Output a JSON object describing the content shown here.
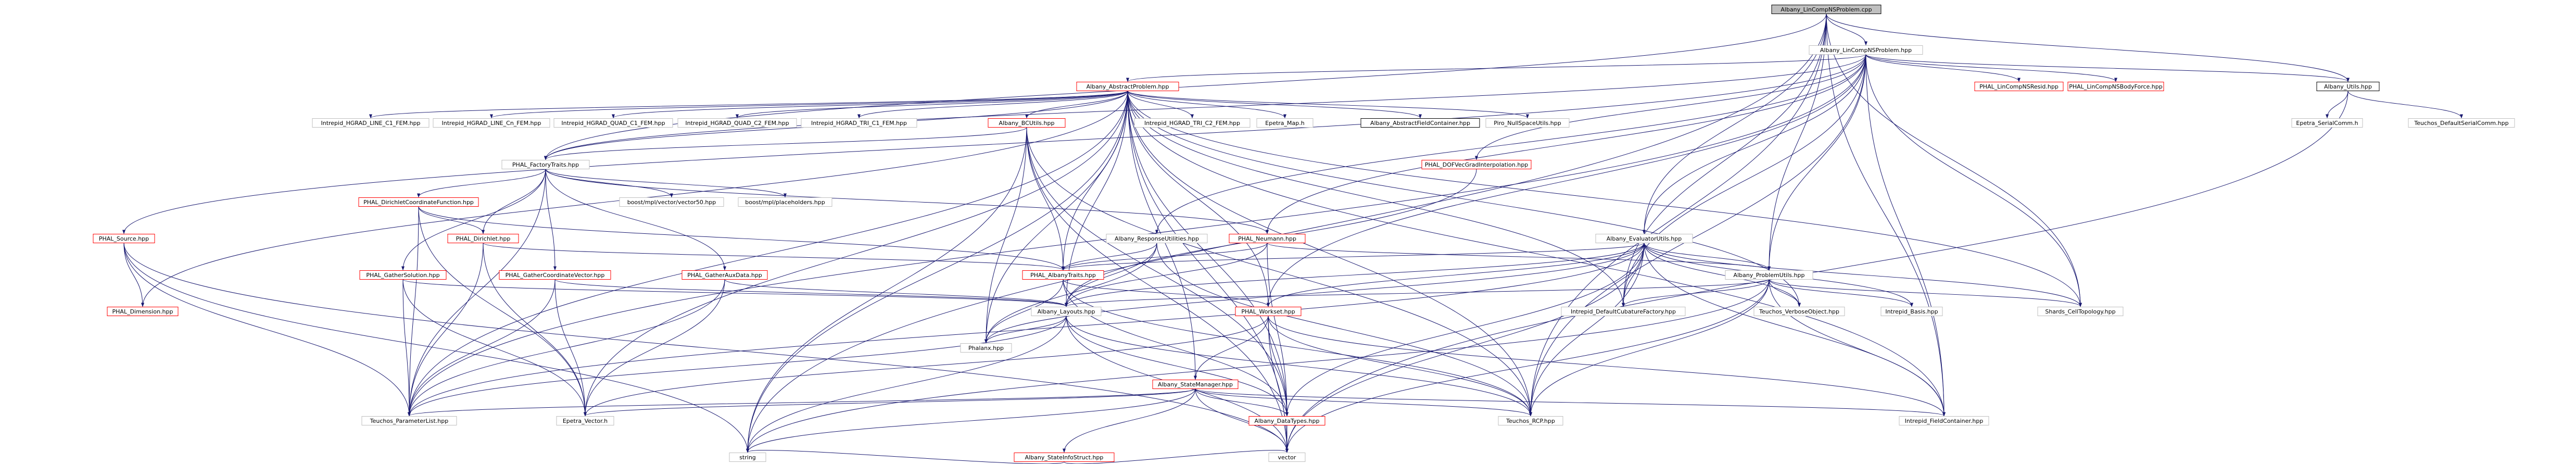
{
  "diagram": {
    "nodes": {
      "root": "Albany_LinCompNSProblem.cpp",
      "lincomp_hpp": "Albany_LinCompNSProblem.hpp",
      "abstract_problem": "Albany_AbstractProblem.hpp",
      "lincomp_resid": "PHAL_LinCompNSResid.hpp",
      "lincomp_body": "PHAL_LinCompNSBodyForce.hpp",
      "utils": "Albany_Utils.hpp",
      "epetra_serialcomm": "Epetra_SerialComm.h",
      "teuchos_defaultserialcomm": "Teuchos_DefaultSerialComm.hpp",
      "hgrad_line_c1": "Intrepid_HGRAD_LINE_C1_FEM.hpp",
      "hgrad_line_cn": "Intrepid_HGRAD_LINE_Cn_FEM.hpp",
      "hgrad_quad_c1": "Intrepid_HGRAD_QUAD_C1_FEM.hpp",
      "hgrad_quad_c2": "Intrepid_HGRAD_QUAD_C2_FEM.hpp",
      "hgrad_tri_c1": "Intrepid_HGRAD_TRI_C1_FEM.hpp",
      "bcutils": "Albany_BCUtils.hpp",
      "hgrad_tri_c2": "Intrepid_HGRAD_TRI_C2_FEM.hpp",
      "epetra_map": "Epetra_Map.h",
      "abstract_field_container": "Albany_AbstractFieldContainer.hpp",
      "piro_nullspace": "Piro_NullSpaceUtils.hpp",
      "dof_vec_grad": "PHAL_DOFVecGradInterpolation.hpp",
      "factory_traits": "PHAL_FactoryTraits.hpp",
      "mpl_vector50": "boost/mpl/vector/vector50.hpp",
      "mpl_placeholders": "boost/mpl/placeholders.hpp",
      "dirichlet_coord": "PHAL_DirichletCoordinateFunction.hpp",
      "dirichlet": "PHAL_Dirichlet.hpp",
      "response_utilities": "Albany_ResponseUtilities.hpp",
      "neumann": "PHAL_Neumann.hpp",
      "evaluator_utils": "Albany_EvaluatorUtils.hpp",
      "source": "PHAL_Source.hpp",
      "gather_solution": "PHAL_GatherSolution.hpp",
      "gather_coord_vec": "PHAL_GatherCoordinateVector.hpp",
      "gather_aux": "PHAL_GatherAuxData.hpp",
      "albany_traits": "PHAL_AlbanyTraits.hpp",
      "problem_utils": "Albany_ProblemUtils.hpp",
      "dimension": "PHAL_Dimension.hpp",
      "layouts": "Albany_Layouts.hpp",
      "workset": "PHAL_Workset.hpp",
      "default_cubature": "Intrepid_DefaultCubatureFactory.hpp",
      "verbose_object": "Teuchos_VerboseObject.hpp",
      "intrepid_basis": "Intrepid_Basis.hpp",
      "shards_topology": "Shards_CellTopology.hpp",
      "phalanx": "Phalanx.hpp",
      "state_manager": "Albany_StateManager.hpp",
      "parameter_list": "Teuchos_ParameterList.hpp",
      "epetra_vector": "Epetra_Vector.h",
      "teuchos_rcp": "Teuchos_RCP.hpp",
      "field_container": "Intrepid_FieldContainer.hpp",
      "state_info": "Albany_StateInfoStruct.hpp",
      "data_types": "Albany_DataTypes.hpp",
      "string": "string",
      "vector": "vector"
    }
  }
}
